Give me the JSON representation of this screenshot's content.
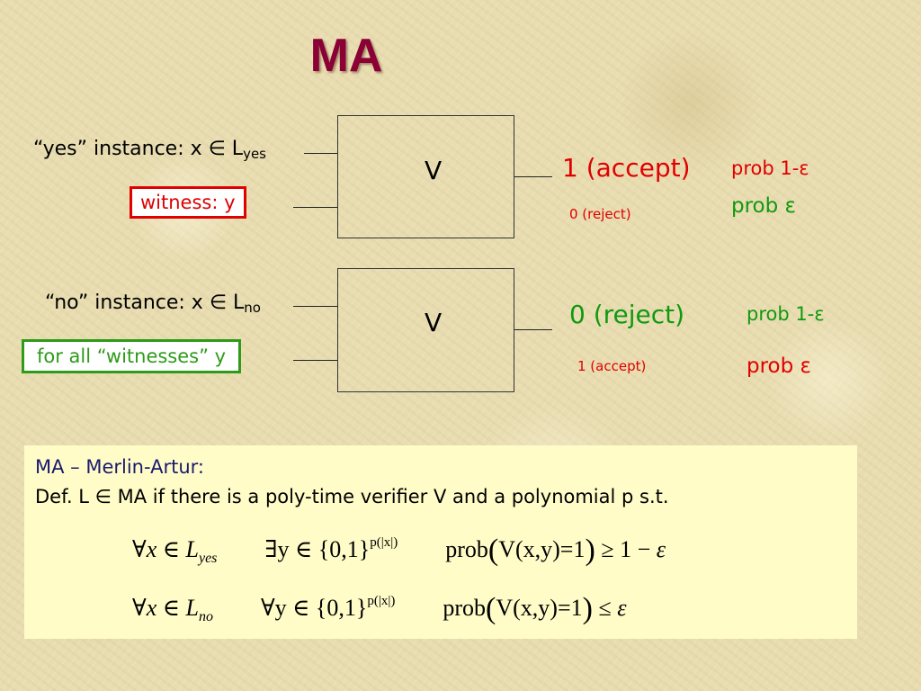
{
  "title": "MA",
  "box_top": {
    "verifier_label": "V",
    "instance_prefix": "“yes” instance: x ∈ L",
    "instance_sub": "yes",
    "witness_label": "witness: y",
    "output_main": "1 (accept)",
    "output_alt": "0 (reject)",
    "prob_main": "prob 1-ε",
    "prob_alt": "prob ε"
  },
  "box_bottom": {
    "verifier_label": "V",
    "instance_prefix": "“no” instance: x ∈ L",
    "instance_sub": "no",
    "witness_label": "for all “witnesses” y",
    "output_main": "0 (reject)",
    "output_alt": "1 (accept)",
    "prob_main": "prob 1-ε",
    "prob_alt": "prob ε"
  },
  "definition": {
    "heading": "MA – Merlin-Artur:",
    "def_text": "Def.  L ∈ MA if there is a poly-time verifier V and a polynomial p s.t.",
    "formula_yes": {
      "forall": "∀",
      "var": "x",
      "in": "∈",
      "lang": "L",
      "lang_sub": "yes",
      "quant": "∃y  ∈  {0,1}",
      "exp": "p(|x|)",
      "prob": "prob",
      "inner": "V(x,y)=1",
      "relation": "≥ 1 − ",
      "eps": "ε"
    },
    "formula_no": {
      "forall": "∀",
      "var": "x",
      "in": "∈",
      "lang": "L",
      "lang_sub": "no",
      "quant": "∀y  ∈  {0,1}",
      "exp": "p(|x|)",
      "prob": "prob",
      "inner": "V(x,y)=1",
      "relation": "≤ ",
      "eps": "ε"
    }
  },
  "colors": {
    "title": "#8b0035",
    "red": "#e00000",
    "green": "#119910",
    "def_background": "#fffcc8"
  }
}
